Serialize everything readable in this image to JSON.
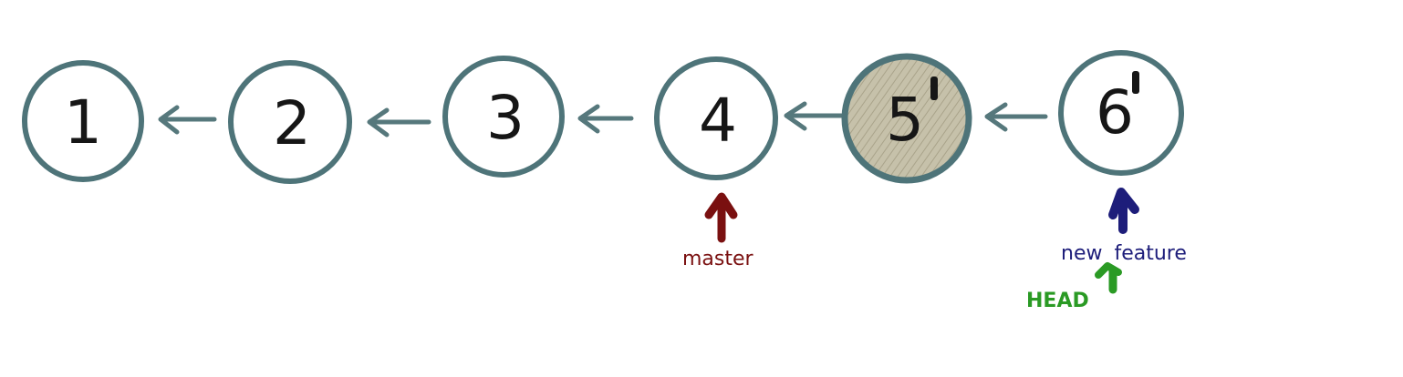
{
  "commits": [
    {
      "id": "1",
      "label": "1",
      "rewritten": false
    },
    {
      "id": "2",
      "label": "2",
      "rewritten": false
    },
    {
      "id": "3",
      "label": "3",
      "rewritten": false
    },
    {
      "id": "4",
      "label": "4",
      "rewritten": false
    },
    {
      "id": "5",
      "label": "5",
      "rewritten": true
    },
    {
      "id": "6",
      "label": "6",
      "rewritten": true
    }
  ],
  "refs": {
    "master": {
      "label": "master",
      "points_to": "4",
      "color": "#7a1010"
    },
    "new_feature": {
      "label": "new  feature",
      "points_to": "6",
      "color": "#1d1d7a"
    },
    "head": {
      "label": "HEAD",
      "points_to": "new_feature",
      "color": "#2a9a24"
    }
  },
  "colors": {
    "circle_stroke": "#4e7479",
    "arrow_stroke": "#56787c",
    "highlight_fill": "#c6c1aa"
  }
}
